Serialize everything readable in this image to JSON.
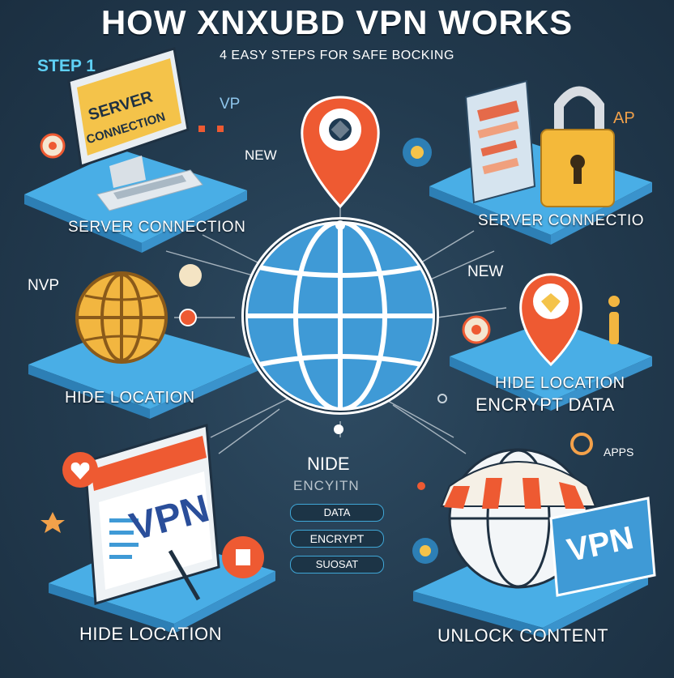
{
  "title": "HOW XNXUBD VPN WORKS",
  "subtitle": "4 EASY STEPS FOR SAFE BOCKING",
  "step_label": "STEP 1",
  "server_screen_text_1": "SERVER",
  "server_screen_text_2": "CONNECTION",
  "labels": {
    "top_left": "SERVER CONNECTION",
    "top_right": "SERVER CONNECTIO",
    "mid_left": "HIDE LOCATION",
    "mid_right_1": "HIDE LOCATION",
    "mid_right_2": "ENCRYPT DATA",
    "bottom_left": "HIDE LOCATION",
    "bottom_right": "UNLOCK CONTENT"
  },
  "floating": {
    "vp": "VP",
    "new_top": "NEW",
    "ap": "AP",
    "nvp": "NVP",
    "new_right": "NEW",
    "apps": "APPS"
  },
  "center_list": {
    "line1": "NIDE",
    "line2": "ENCYITN",
    "pill1": "DATA",
    "pill2": "ENCRYPT",
    "pill3": "SUOSAT"
  },
  "vpn_text_left": "VPN",
  "vpn_text_right": "VPN",
  "colors": {
    "background": "#243b4f",
    "platform": "#4ab3ea",
    "accent_orange": "#ee5a32",
    "accent_yellow": "#f4c34a",
    "globe_blue": "#3f9ad6"
  }
}
